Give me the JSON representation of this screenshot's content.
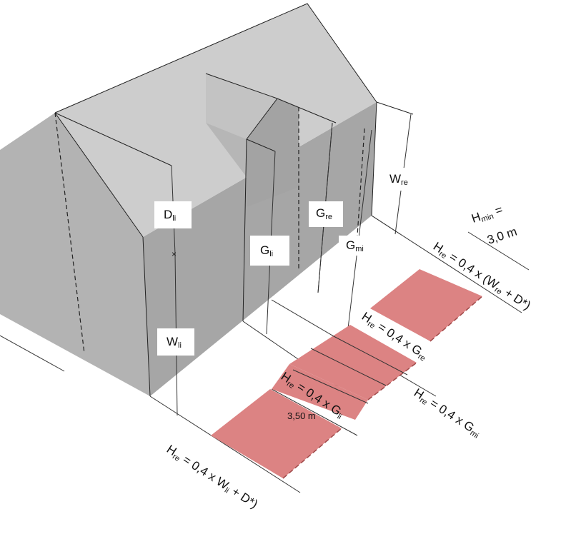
{
  "colors": {
    "wall": "#b0b0b0",
    "wall_dark": "#9e9e9e",
    "roof": "#cfcfcf",
    "roof_dark": "#c2c2c2",
    "shadow_area": "#dc8383",
    "shadow_edge": "#a14a4a",
    "line": "#222222",
    "label_bg": "#ffffff"
  },
  "labels": {
    "d_li": {
      "main": "D",
      "sub": "li"
    },
    "w_li": {
      "main": "W",
      "sub": "li"
    },
    "g_li": {
      "main": "G",
      "sub": "li"
    },
    "g_re": {
      "main": "G",
      "sub": "re"
    },
    "w_re": {
      "main": "W",
      "sub": "re"
    },
    "g_mi": {
      "main": "G",
      "sub": "mi"
    }
  },
  "formulas": {
    "hmin": {
      "main": "H",
      "sub": "min",
      "rest": " =",
      "line2": "3,0 m"
    },
    "h_w_re": {
      "main": "H",
      "sub": "re",
      "rest": " = 0,4 x (W",
      "sub2": "re",
      "rest2": " + D*)"
    },
    "h_g_re": {
      "main": "H",
      "sub": "re",
      "rest": " = 0,4 x G",
      "sub2": "re"
    },
    "h_g_li": {
      "main": "H",
      "sub": "re",
      "rest": " = 0,4 x G",
      "sub2": "li"
    },
    "h_g_mi": {
      "main": "H",
      "sub": "re",
      "rest": " = 0,4 x G",
      "sub2": "mi"
    },
    "h_w_li": {
      "main": "H",
      "sub": "re",
      "rest": " = 0,4 x W",
      "sub2": "li",
      "rest2": " + D*)"
    }
  },
  "dimension_350": "3,50 m"
}
